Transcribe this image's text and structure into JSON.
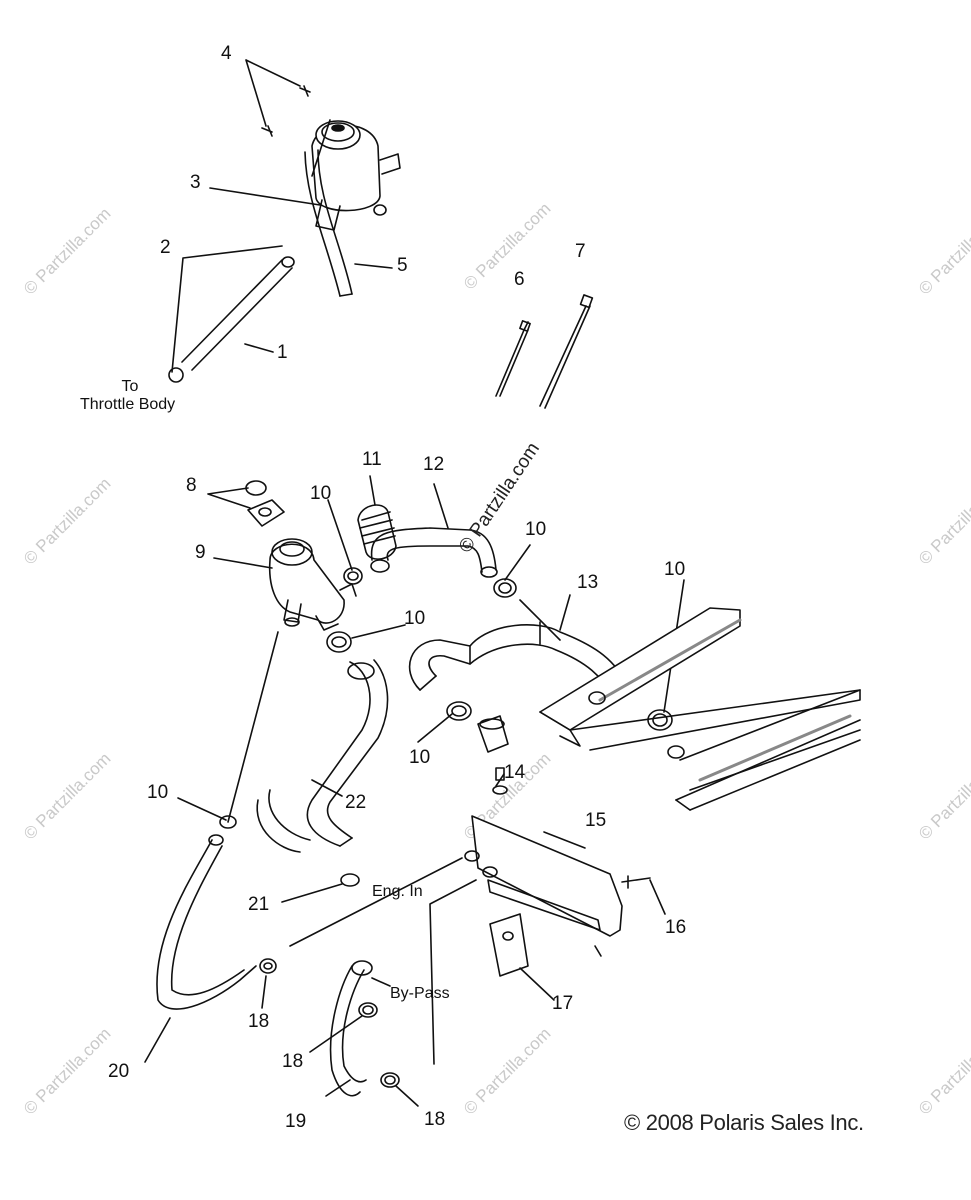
{
  "watermark": "© Partzilla.com",
  "diagonal_watermark": "© Partzilla.com",
  "copyright": "© 2008 Polaris Sales Inc.",
  "notes": {
    "to": "To",
    "throttle_body": "Throttle Body",
    "eng_in": "Eng. In",
    "by_pass": "By-Pass"
  },
  "callouts": {
    "c1": "1",
    "c2": "2",
    "c3": "3",
    "c4": "4",
    "c5": "5",
    "c6": "6",
    "c7": "7",
    "c8": "8",
    "c9": "9",
    "c10a": "10",
    "c10b": "10",
    "c10c": "10",
    "c10d": "10",
    "c10e": "10",
    "c10f": "10",
    "c11": "11",
    "c12": "12",
    "c13": "13",
    "c14": "14",
    "c15": "15",
    "c16": "16",
    "c17": "17",
    "c18a": "18",
    "c18b": "18",
    "c18c": "18",
    "c19": "19",
    "c20": "20",
    "c21": "21",
    "c22": "22"
  }
}
